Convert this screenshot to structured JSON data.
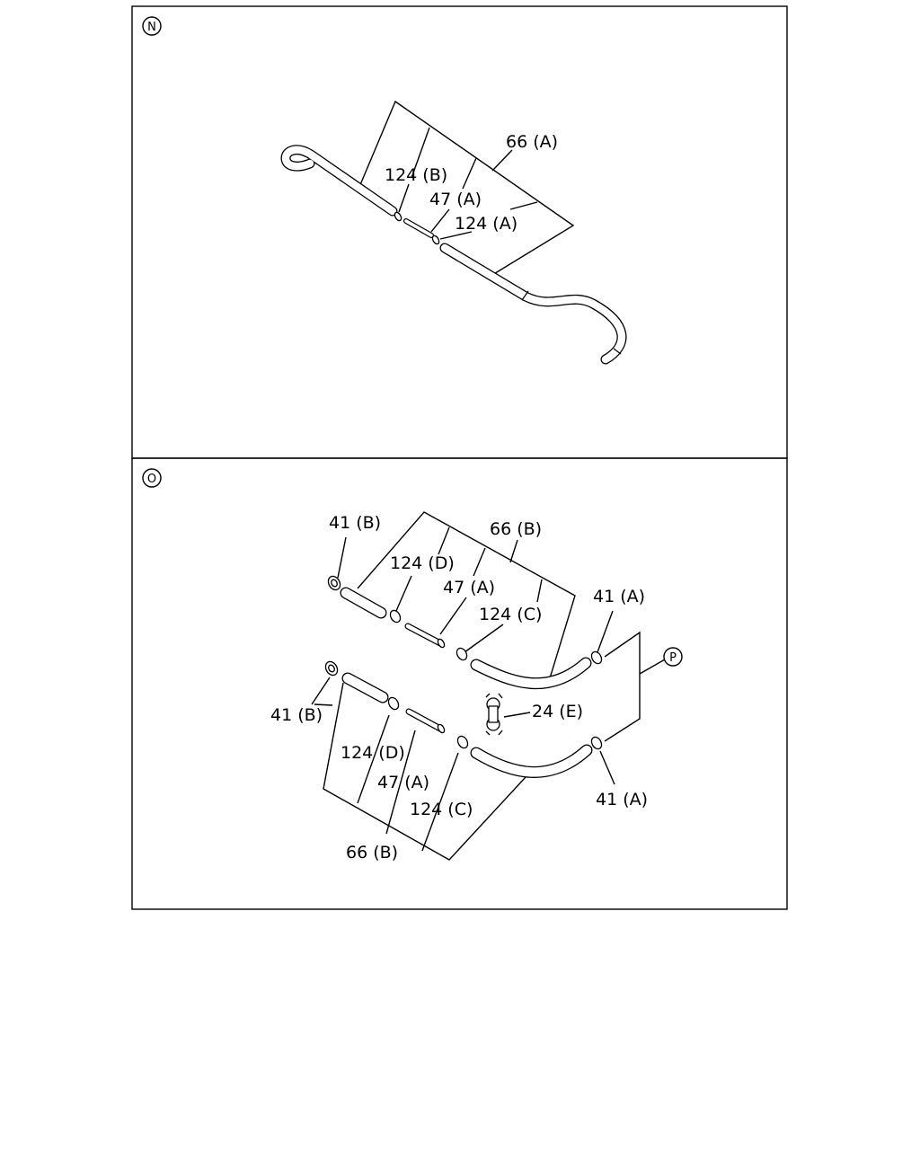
{
  "panel_n": {
    "marker": "N",
    "labels": {
      "hose_66a": "66 (A)",
      "clamp_124b": "124 (B)",
      "pipe_47a": "47 (A)",
      "clamp_124a": "124 (A)"
    }
  },
  "panel_o": {
    "marker": "O",
    "upper": {
      "clamp_41b": "41 (B)",
      "hose_66b": "66 (B)",
      "clamp_124d": "124 (D)",
      "pipe_47a": "47 (A)",
      "clamp_124c": "124 (C)",
      "clamp_41a": "41 (A)"
    },
    "lower": {
      "clamp_41b": "41 (B)",
      "clamp_124d": "124 (D)",
      "pipe_47a": "47 (A)",
      "clamp_124c": "124 (C)",
      "hose_66b": "66 (B)",
      "clamp_41a": "41 (A)"
    },
    "clip_24e": "24 (E)",
    "ref_marker": "P"
  }
}
